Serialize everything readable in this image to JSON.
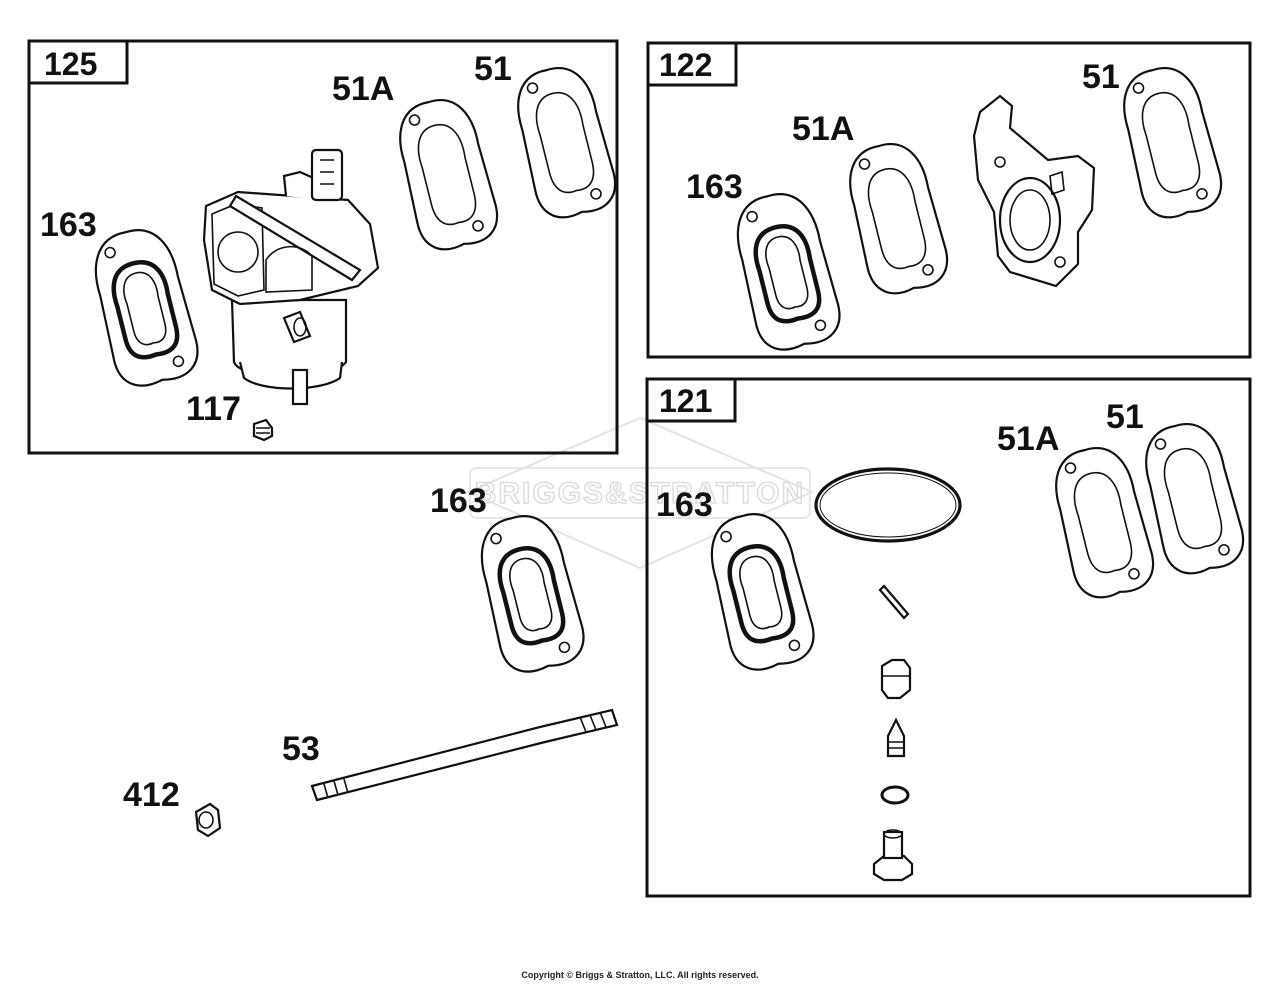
{
  "watermark": "BRIGGS&STRATTON",
  "copyright": "Copyright © Briggs & Stratton, LLC. All rights reserved.",
  "groups": {
    "box_125": {
      "number": "125"
    },
    "box_122": {
      "number": "122"
    },
    "box_121": {
      "number": "121"
    }
  },
  "labels": {
    "b125_51A": "51A",
    "b125_51": "51",
    "b125_163": "163",
    "b125_117": "117",
    "b122_51A": "51A",
    "b122_51": "51",
    "b122_163": "163",
    "b121_51A": "51A",
    "b121_51": "51",
    "b121_163": "163",
    "loose_163": "163",
    "loose_53": "53",
    "loose_412": "412"
  }
}
